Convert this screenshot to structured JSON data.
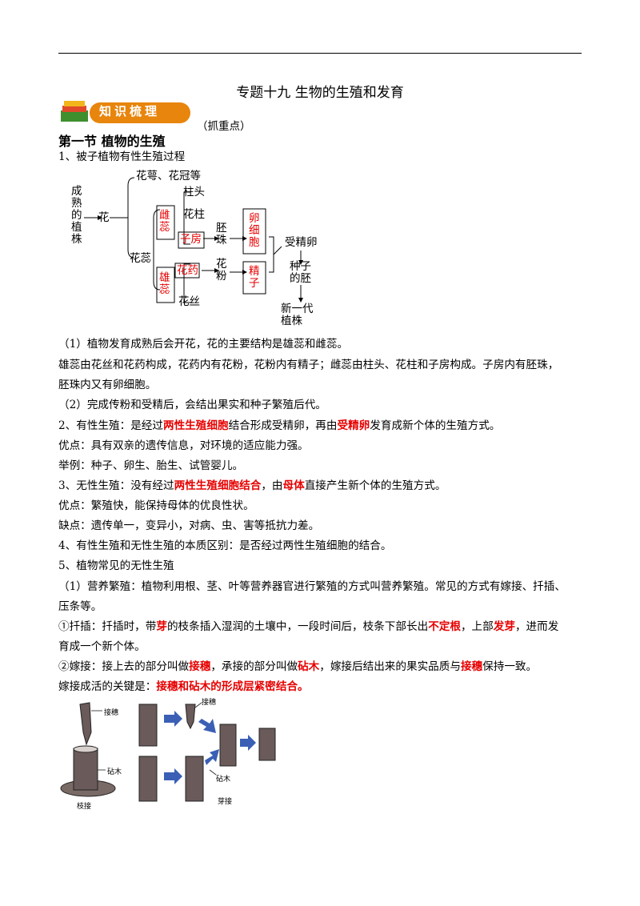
{
  "header": {
    "title": "专题十九  生物的生殖和发育",
    "badge": "知识梳理",
    "subnote": "（抓重点）"
  },
  "section": {
    "title": "第一节  植物的生殖"
  },
  "diagram": {
    "caption": "1、被子植物有性生殖过程",
    "mature_plant": [
      "成",
      "熟",
      "的",
      "植",
      "株"
    ],
    "flower": "花",
    "sepals": "花萼、花冠等",
    "pistil_label": "花蕊",
    "pistil": [
      "雌",
      "蕊"
    ],
    "stamen": [
      "雄",
      "蕊"
    ],
    "stigma": "柱头",
    "style": "花柱",
    "ovary": "子房",
    "anther": "花药",
    "filament": "花丝",
    "ovule": [
      "胚",
      "珠"
    ],
    "pollen": [
      "花",
      "粉"
    ],
    "egg": [
      "卵",
      "细",
      "胞"
    ],
    "sperm": [
      "精",
      "子"
    ],
    "fertilized_egg": "受精卵",
    "seed_embryo": [
      "种子",
      "的胚"
    ],
    "new_plant": [
      "新一代",
      "植株"
    ]
  },
  "paragraphs": {
    "p1": "（1）植物发育成熟后会开花，花的主要结构是雄蕊和雌蕊。",
    "p2": "雄蕊由花丝和花药构成，花药内有花粉，花粉内有精子；雌蕊由柱头、花柱和子房构成。子房内有胚珠，",
    "p3": "胚珠内又有卵细胞。",
    "p4": "（2）完成传粉和受精后，会结出果实和种子繁殖后代。",
    "p5a": "2、有性生殖：是经过",
    "p5b": "两性生殖细胞",
    "p5c": "结合形成受精卵，再由",
    "p5d": "受精卵",
    "p5e": "发育成新个体的生殖方式。",
    "p6": "优点：具有双亲的遗传信息，对环境的适应能力强。",
    "p7": "举例：种子、卵生、胎生、试管婴儿。",
    "p8a": "3、无性生殖：没有经过",
    "p8b": "两性生殖细胞结合",
    "p8c": "，由",
    "p8d": "母体",
    "p8e": "直接产生新个体的生殖方式。",
    "p9": "优点：繁殖快，能保持母体的优良性状。",
    "p10": "缺点：遗传单一，变异小，对病、虫、害等抵抗力差。",
    "p11": "4、有性生殖和无性生殖的本质区别：是否经过两性生殖细胞的结合。",
    "p12": "5、植物常见的无性生殖",
    "p13": "（1）营养繁殖：植物利用根、茎、叶等营养器官进行繁殖的方式叫营养繁殖。常见的方式有嫁接、扦插、",
    "p14": "压条等。",
    "p15a": "①扦插：扦插时，带",
    "p15b": "芽",
    "p15c": "的枝条插入湿润的土壤中，一段时间后，枝条下部长出",
    "p15d": "不定根",
    "p15e": "，上部",
    "p15f": "发芽",
    "p15g": "，进而发",
    "p16": "育成一个新个体。",
    "p17a": "②嫁接：接上去的部分叫做",
    "p17b": "接穗",
    "p17c": "，承接的部分叫做",
    "p17d": "砧木",
    "p17e": "，嫁接后结出来的果实品质与",
    "p17f": "接穗",
    "p17g": "保持一致。",
    "p18a": "嫁接成活的关键是：",
    "p18b": "接穗和砧木的形成层紧密结合。"
  },
  "graft_figure": {
    "scion_label": "接穗",
    "stock_label": "砧木",
    "branch_graft": "枝接",
    "scion_label2": "接穗",
    "stock_label2": "砧木",
    "cleft_graft": "芽接"
  }
}
